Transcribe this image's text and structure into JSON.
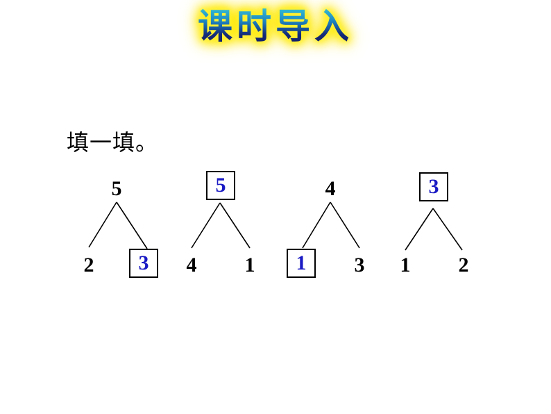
{
  "slide": {
    "title": "课时导入",
    "instruction": "填一填。",
    "title_color": "#14246e",
    "title_glow_color": "#ffe800",
    "answer_color": "#1a1ac4",
    "text_color": "#000000",
    "background": "#ffffff"
  },
  "exercise": {
    "type": "number-bond-fill-in",
    "count": 4,
    "trees": [
      {
        "id": "tree-1",
        "top": {
          "value": "5",
          "answer": false,
          "boxed": false
        },
        "left": {
          "value": "2",
          "answer": false,
          "boxed": false
        },
        "right": {
          "value": "3",
          "answer": true,
          "boxed": true
        }
      },
      {
        "id": "tree-2",
        "top": {
          "value": "5",
          "answer": true,
          "boxed": true
        },
        "left": {
          "value": "4",
          "answer": false,
          "boxed": false
        },
        "right": {
          "value": "1",
          "answer": false,
          "boxed": false
        }
      },
      {
        "id": "tree-3",
        "top": {
          "value": "4",
          "answer": false,
          "boxed": false
        },
        "left": {
          "value": "1",
          "answer": true,
          "boxed": true
        },
        "right": {
          "value": "3",
          "answer": false,
          "boxed": false
        }
      },
      {
        "id": "tree-4",
        "top": {
          "value": "3",
          "answer": true,
          "boxed": true
        },
        "left": {
          "value": "1",
          "answer": false,
          "boxed": false
        },
        "right": {
          "value": "2",
          "answer": false,
          "boxed": false
        }
      }
    ]
  }
}
